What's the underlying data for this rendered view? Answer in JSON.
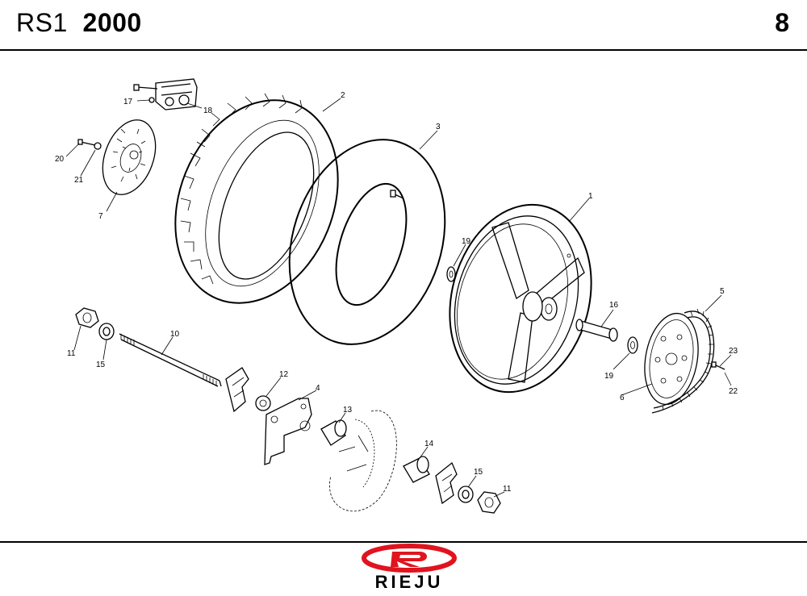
{
  "header": {
    "model_prefix": "RS1",
    "model_year": "2000",
    "page_number": "8"
  },
  "parts": {
    "p1": "1",
    "p2": "2",
    "p3": "3",
    "p4": "4",
    "p5": "5",
    "p6": "6",
    "p7": "7",
    "p10": "10",
    "p11a": "11",
    "p11b": "11",
    "p12": "12",
    "p13": "13",
    "p14": "14",
    "p15a": "15",
    "p15b": "15",
    "p16": "16",
    "p17": "17",
    "p18": "18",
    "p19a": "19",
    "p19b": "19",
    "p20": "20",
    "p21": "21",
    "p22": "22",
    "p23": "23"
  },
  "footer": {
    "brand": "RIEJU",
    "brand_color": "#e0141e"
  }
}
